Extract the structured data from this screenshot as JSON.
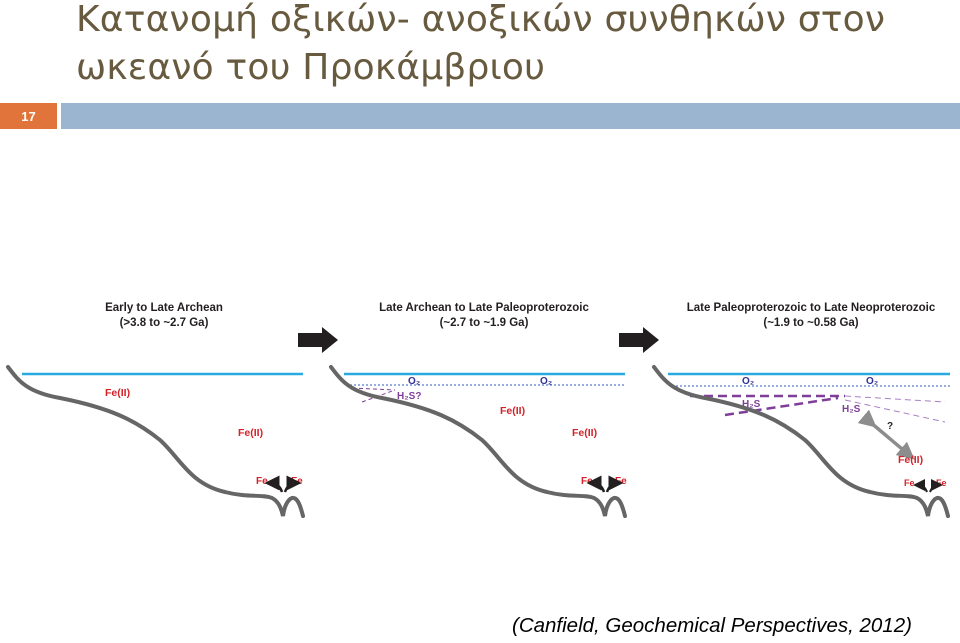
{
  "title": {
    "line1": "Κατανομή οξικών- ανοξικών συνθηκών στον",
    "line2": "ωκεανό του Προκάμβριου"
  },
  "slide_number": "17",
  "colors": {
    "title": "#675a3e",
    "accent_badge": "#e0743a",
    "header_bar": "#9bb5d1",
    "surface_line": "#29a9e0",
    "sea_floor": "#666666",
    "fe_label": "#d2232a",
    "o2_line": "#5b7ec6",
    "h2s": "#7f3f98",
    "arrow": "#231f20"
  },
  "panels": [
    {
      "heading": "Early to Late Archean",
      "range": "(>3.8 to ~2.7 Ga)",
      "labels": {
        "fe_upper": "Fe(II)",
        "fe_lower": "Fe(II)",
        "vent_left": "Fe",
        "vent_right": "Fe"
      }
    },
    {
      "heading": "Late Archean to Late Paleoproterozoic",
      "range": "(~2.7 to ~1.9 Ga)",
      "labels": {
        "o2_left": "O₂",
        "o2_right": "O₂",
        "h2s": "H₂S?",
        "fe_upper": "Fe(II)",
        "fe_lower": "Fe(II)",
        "vent_left": "Fe",
        "vent_right": "Fe"
      }
    },
    {
      "heading": "Late Paleoproterozoic to Late Neoproterozoic",
      "range": "(~1.9 to ~0.58 Ga)",
      "labels": {
        "o2_left": "O₂",
        "o2_right": "O₂",
        "h2s_left": "H₂S",
        "h2s_right": "H₂S",
        "question": "?",
        "fe": "Fe(II)",
        "vent_left": "Fe",
        "vent_right": "Fe"
      }
    }
  ],
  "citation": "(Canfield, Geochemical Perspectives, 2012)"
}
